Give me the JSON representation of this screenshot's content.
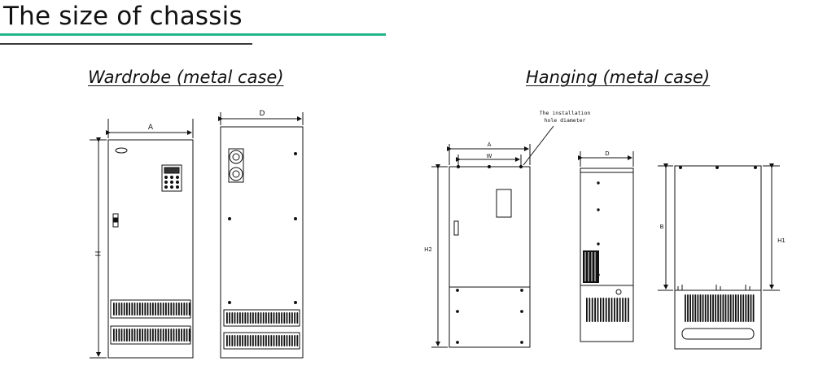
{
  "header": {
    "title": "The size of chassis",
    "accent_color": "#23b58a"
  },
  "sections": {
    "wardrobe": {
      "heading": "Wardrobe (metal case)",
      "front_width_label": "A",
      "side_depth_label": "D",
      "height_label": "H"
    },
    "hanging": {
      "heading": "Hanging (metal case)",
      "callout": [
        "The installation",
        "hole diameter"
      ],
      "front_width_label": "A",
      "hole_spacing_label": "W",
      "total_height_label": "H2",
      "side_depth_label": "D",
      "back_hole_height_label": "B",
      "back_height_label": "H1"
    }
  }
}
